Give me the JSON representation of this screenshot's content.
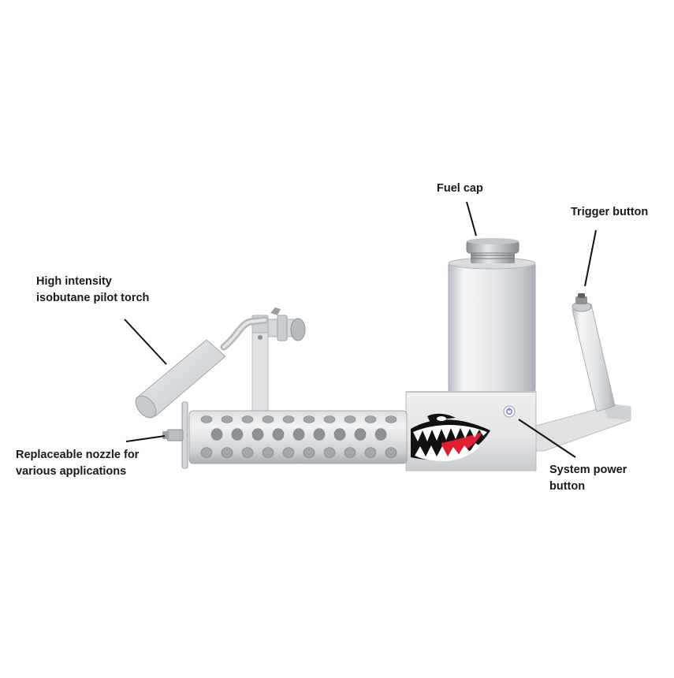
{
  "callouts": {
    "fuel_cap": [
      "Fuel cap"
    ],
    "trigger_button": [
      "Trigger button"
    ],
    "pilot_torch": [
      "High intensity",
      "isobutane pilot torch"
    ],
    "nozzle": [
      "Replaceable nozzle for",
      "various applications"
    ],
    "power_button": [
      "System power",
      "button"
    ]
  },
  "colors": {
    "metal_light": "#eceef0",
    "metal_mid": "#c9ccd0",
    "metal_dark": "#9a9ea3",
    "leader_line": "#111111",
    "shark_mouth": "#111111",
    "shark_tongue": "#e02030",
    "power_led": "#6a72e0"
  }
}
